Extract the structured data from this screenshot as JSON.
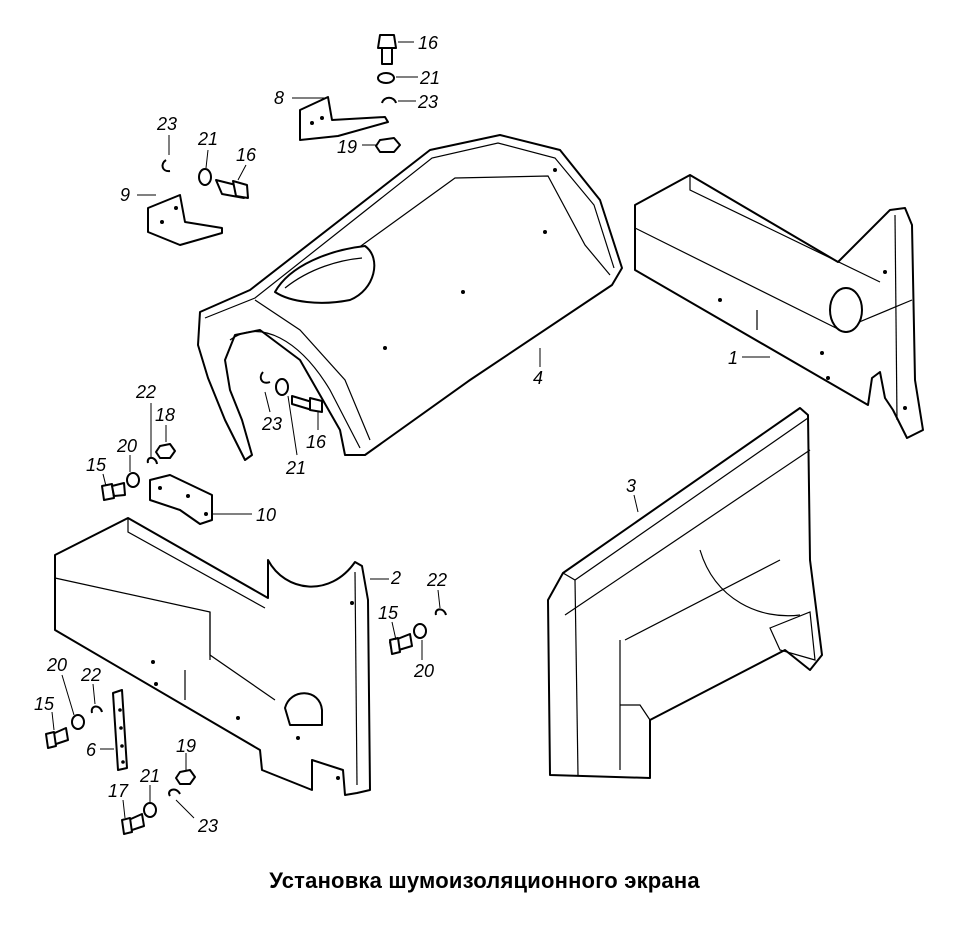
{
  "caption": "Установка шумоизоляционного экрана",
  "callouts": {
    "c1": "1",
    "c2": "2",
    "c3": "3",
    "c4": "4",
    "c6": "6",
    "c8": "8",
    "c9": "9",
    "c10": "10",
    "c15a": "15",
    "c15b": "15",
    "c15c": "15",
    "c16a": "16",
    "c16b": "16",
    "c16c": "16",
    "c17": "17",
    "c18": "18",
    "c19a": "19",
    "c19b": "19",
    "c20a": "20",
    "c20b": "20",
    "c20c": "20",
    "c21a": "21",
    "c21b": "21",
    "c21c": "21",
    "c21d": "21",
    "c22a": "22",
    "c22b": "22",
    "c22c": "22",
    "c23a": "23",
    "c23b": "23",
    "c23c": "23",
    "c23d": "23"
  }
}
